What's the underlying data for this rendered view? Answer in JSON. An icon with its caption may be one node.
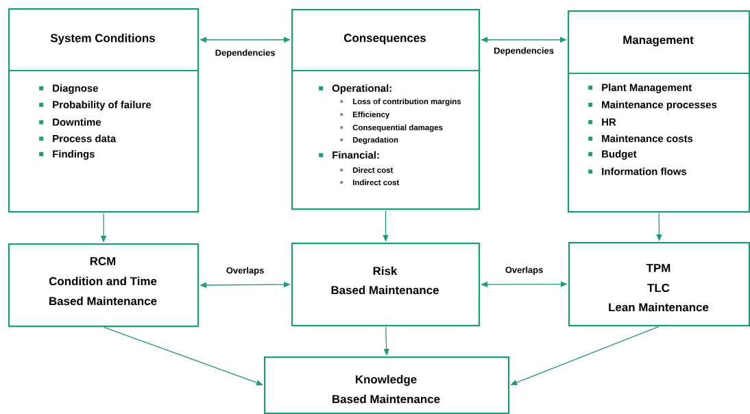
{
  "diagram": {
    "nodes": [
      {
        "text": [
          "System Conditions",
          "Diagnose",
          "Probability of failure",
          "Downtime",
          "Process data",
          "Findings"
        ]
      },
      {
        "text": [
          "Consequences",
          "Operational:",
          "Loss of contribution margins",
          "Efficiency",
          "Consequential damages",
          "Degradation",
          "Financial:",
          "Direct cost",
          "Indirect cost"
        ]
      },
      {
        "text": [
          "Management",
          "Plant Management",
          "Maintenance processes",
          "HR",
          "Maintenance costs",
          "Budget",
          "Information flows"
        ]
      },
      {
        "text": [
          "RCM",
          "Condition and Time",
          "Based Maintenance"
        ]
      },
      {
        "text": [
          "Risk",
          "Based Maintenance"
        ]
      },
      {
        "text": [
          "TPM",
          "TLC",
          "Lean Maintenance"
        ]
      },
      {
        "text": [
          "Knowledge",
          "Based Maintenance"
        ]
      }
    ],
    "edges": [
      {
        "from": 0,
        "to": 1,
        "arrow": "both",
        "label": "Dependencies"
      },
      {
        "from": 1,
        "to": 2,
        "arrow": "both",
        "label": "Dependencies"
      },
      {
        "from": 0,
        "to": 3,
        "arrow": "to"
      },
      {
        "from": 1,
        "to": 4,
        "arrow": "to"
      },
      {
        "from": 2,
        "to": 5,
        "arrow": "to"
      },
      {
        "from": 3,
        "to": 4,
        "arrow": "both",
        "label": "Overlaps"
      },
      {
        "from": 4,
        "to": 5,
        "arrow": "both",
        "label": "Overlaps"
      },
      {
        "from": 3,
        "to": 6,
        "arrow": "to"
      },
      {
        "from": 4,
        "to": 6,
        "arrow": "to"
      },
      {
        "from": 5,
        "to": 6,
        "arrow": "to"
      }
    ]
  }
}
